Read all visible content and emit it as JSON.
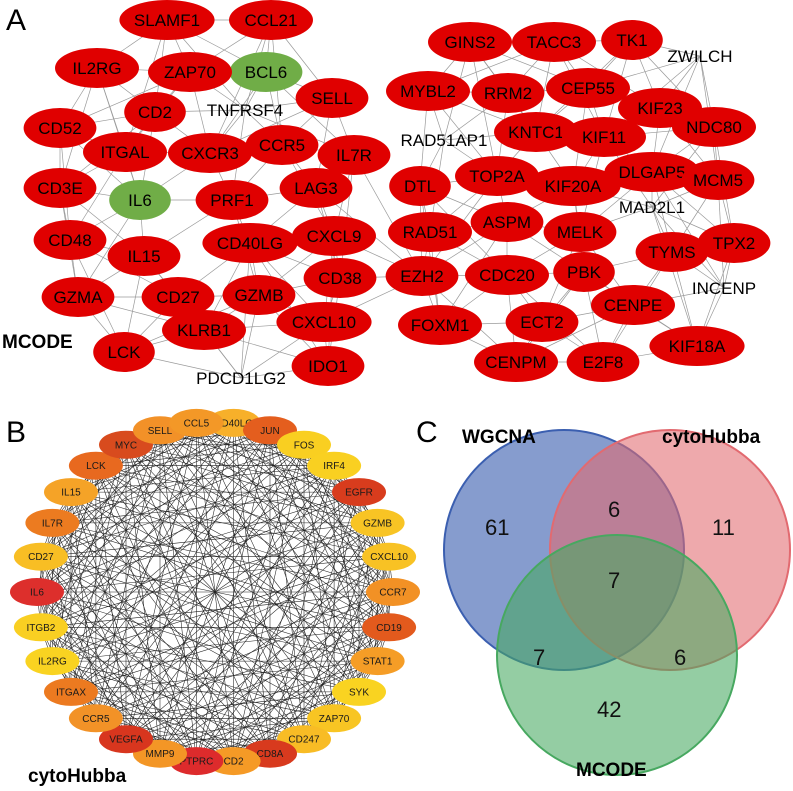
{
  "panel_a": {
    "letter": "A",
    "caption": "MCODE",
    "red": "#e00000",
    "green": "#70ad47",
    "cluster_left": [
      "SLAMF1",
      "CCL21",
      "BCL6",
      "IL2RG",
      "ZAP70",
      "SELL",
      "CD52",
      "CD2",
      "TNFRSF4",
      "ITGAL",
      "CXCR3",
      "CCR5",
      "IL7R",
      "CD3E",
      "IL6",
      "PRF1",
      "LAG3",
      "CD48",
      "IL15",
      "CD40LG",
      "CXCL9",
      "CD38",
      "GZMA",
      "CD27",
      "GZMB",
      "CXCL10",
      "LCK",
      "KLRB1",
      "PDCD1LG2",
      "IDO1"
    ],
    "cluster_right": [
      "GINS2",
      "TACC3",
      "TK1",
      "ZWILCH",
      "MYBL2",
      "RRM2",
      "CEP55",
      "KIF23",
      "RAD51AP1",
      "KNTC1",
      "KIF11",
      "NDC80",
      "DTL",
      "TOP2A",
      "KIF20A",
      "DLGAP5",
      "MCM5",
      "MAD2L1",
      "RAD51",
      "ASPM",
      "MELK",
      "TPX2",
      "TYMS",
      "EZH2",
      "CDC20",
      "PBK",
      "INCENP",
      "CENPE",
      "FOXM1",
      "ECT2",
      "CENPM",
      "E2F8",
      "KIF18A"
    ],
    "green_nodes": [
      "BCL6",
      "IL6"
    ]
  },
  "panel_b": {
    "letter": "B",
    "caption": "cytoHubba",
    "nodes": [
      {
        "label": "CD40LG",
        "color": "#f7b02a"
      },
      {
        "label": "JUN",
        "color": "#e45e1e"
      },
      {
        "label": "FOS",
        "color": "#f9cf21"
      },
      {
        "label": "IRF4",
        "color": "#f9d021"
      },
      {
        "label": "EGFR",
        "color": "#d83c1d"
      },
      {
        "label": "GZMB",
        "color": "#f8c424"
      },
      {
        "label": "CXCL10",
        "color": "#f8c224"
      },
      {
        "label": "CCR7",
        "color": "#f29125"
      },
      {
        "label": "CD19",
        "color": "#e35a1d"
      },
      {
        "label": "STAT1",
        "color": "#f59d26"
      },
      {
        "label": "SYK",
        "color": "#f9d321"
      },
      {
        "label": "ZAP70",
        "color": "#f8c523"
      },
      {
        "label": "CD247",
        "color": "#f8bc25"
      },
      {
        "label": "CD8A",
        "color": "#d83a1e"
      },
      {
        "label": "CD2",
        "color": "#f59a26"
      },
      {
        "label": "PTPRC",
        "color": "#dd2b2c"
      },
      {
        "label": "MMP9",
        "color": "#f39626"
      },
      {
        "label": "VEGFA",
        "color": "#d8361e"
      },
      {
        "label": "CCR5",
        "color": "#f29227"
      },
      {
        "label": "ITGAX",
        "color": "#ec7a20"
      },
      {
        "label": "IL2RG",
        "color": "#f9d321"
      },
      {
        "label": "ITGB2",
        "color": "#f9cf22"
      },
      {
        "label": "IL6",
        "color": "#dd2f2c"
      },
      {
        "label": "CD27",
        "color": "#f8be24"
      },
      {
        "label": "IL7R",
        "color": "#ec7b20"
      },
      {
        "label": "IL15",
        "color": "#f5a327"
      },
      {
        "label": "LCK",
        "color": "#e8691f"
      },
      {
        "label": "MYC",
        "color": "#d84b1e"
      },
      {
        "label": "SELL",
        "color": "#f29128"
      },
      {
        "label": "CCL5",
        "color": "#f39827"
      }
    ]
  },
  "panel_c": {
    "letter": "C",
    "sets": [
      {
        "name": "WGCNA",
        "color": "#3b5fb0"
      },
      {
        "name": "cytoHubba",
        "color": "#e26a70"
      },
      {
        "name": "MCODE",
        "color": "#47a860"
      }
    ],
    "counts": {
      "wgcna_only": "61",
      "cytohubba_only": "11",
      "mcode_only": "42",
      "wgcna_cytohubba": "6",
      "wgcna_mcode": "7",
      "cytohubba_mcode": "6",
      "all_three": "7"
    }
  }
}
